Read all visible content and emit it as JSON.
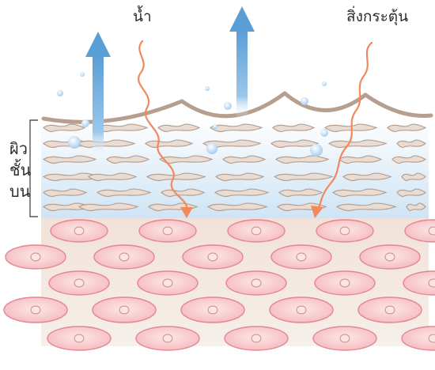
{
  "labels": {
    "water": "น้ำ",
    "irritant": "สิ่งกระตุ้น",
    "skin_layer_line1": "ผิว",
    "skin_layer_line2": "ชั้น",
    "skin_layer_line3": "บน"
  },
  "colors": {
    "water_arrow": "#6aaad9",
    "irritant_arrow": "#f08a5c",
    "stratum_band": "#dfeef9",
    "flake_fill": "#e9dcd2",
    "flake_stroke": "#b79f8f",
    "cell_fill": "#f5c9c9",
    "cell_stroke": "#e3868f",
    "tissue_bg": "#f2e6df",
    "bracket": "#555555"
  },
  "icons": {
    "arrow_up": "water-arrow-icon",
    "arrow_wavy": "irritant-arrow-icon",
    "bubble": "bubble-icon",
    "cell": "skin-cell-icon"
  }
}
